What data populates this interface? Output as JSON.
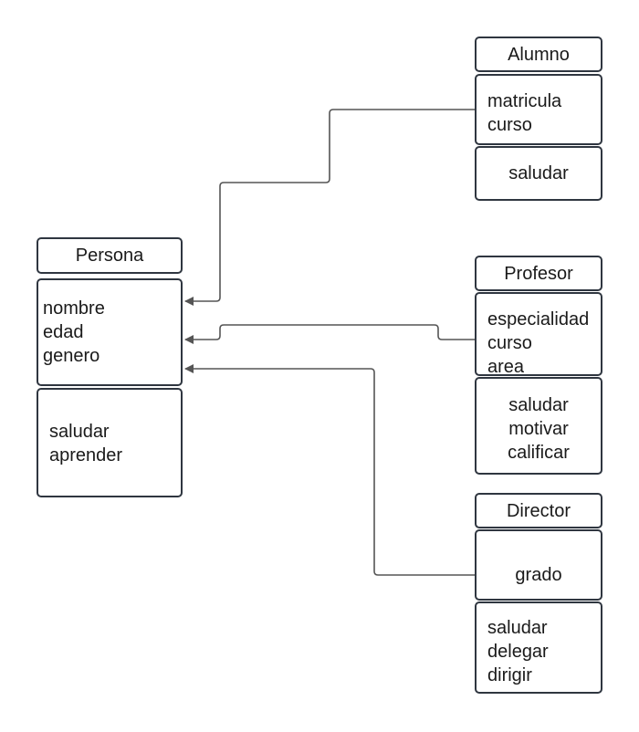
{
  "colors": {
    "border": "#2f3640",
    "connector": "#555555",
    "text": "#1a1a1a",
    "background": "#ffffff"
  },
  "classes": {
    "persona": {
      "name": "Persona",
      "attributes": [
        "nombre",
        "edad",
        "genero"
      ],
      "methods": [
        "saludar",
        "aprender"
      ]
    },
    "alumno": {
      "name": "Alumno",
      "attributes": [
        "matricula",
        "curso"
      ],
      "methods": [
        "saludar"
      ]
    },
    "profesor": {
      "name": "Profesor",
      "attributes": [
        "especialidad",
        "curso",
        "area"
      ],
      "methods": [
        "saludar",
        "motivar",
        "calificar"
      ]
    },
    "director": {
      "name": "Director",
      "attributes": [
        "grado"
      ],
      "methods": [
        "saludar",
        "delegar",
        "dirigir"
      ]
    }
  },
  "relations": [
    {
      "from": "alumno",
      "to": "persona",
      "type": "inheritance"
    },
    {
      "from": "profesor",
      "to": "persona",
      "type": "inheritance"
    },
    {
      "from": "director",
      "to": "persona",
      "type": "inheritance"
    }
  ]
}
